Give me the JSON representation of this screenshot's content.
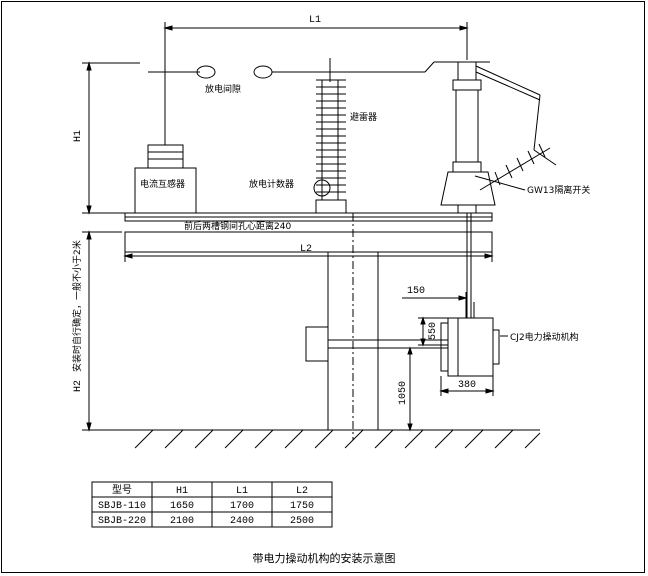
{
  "dimensions": {
    "l1": "L1",
    "l2": "L2",
    "h1": "H1",
    "h2": "H2",
    "d150": "150",
    "d550": "550",
    "d1050": "1050",
    "d380": "380"
  },
  "labels": {
    "discharge_gap": "放电间隙",
    "arrester": "避雷器",
    "current_transformer": "电流互感器",
    "discharge_counter": "放电计数器",
    "switch": "GW13隔离开关",
    "mount_holes": "前后两槽钢间孔心距离240",
    "mechanism": "CJ2电力操动机构",
    "h2_note": "安装时自行确定，一般不小于2米"
  },
  "table": {
    "headers": [
      "型号",
      "H1",
      "L1",
      "L2"
    ],
    "rows": [
      [
        "SBJB-110",
        "1650",
        "1700",
        "1750"
      ],
      [
        "SBJB-220",
        "2100",
        "2400",
        "2500"
      ]
    ]
  },
  "caption": "带电力操动机构的安装示意图"
}
